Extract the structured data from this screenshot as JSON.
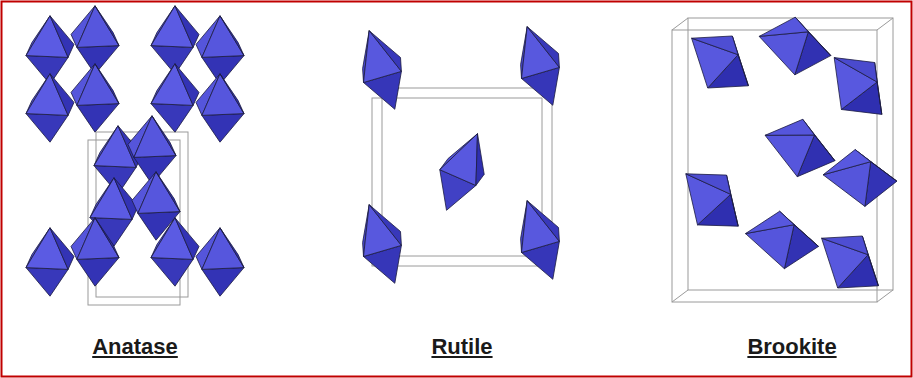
{
  "diagram": {
    "labels": [
      "Anatase",
      "Rutile",
      "Brookite"
    ]
  }
}
